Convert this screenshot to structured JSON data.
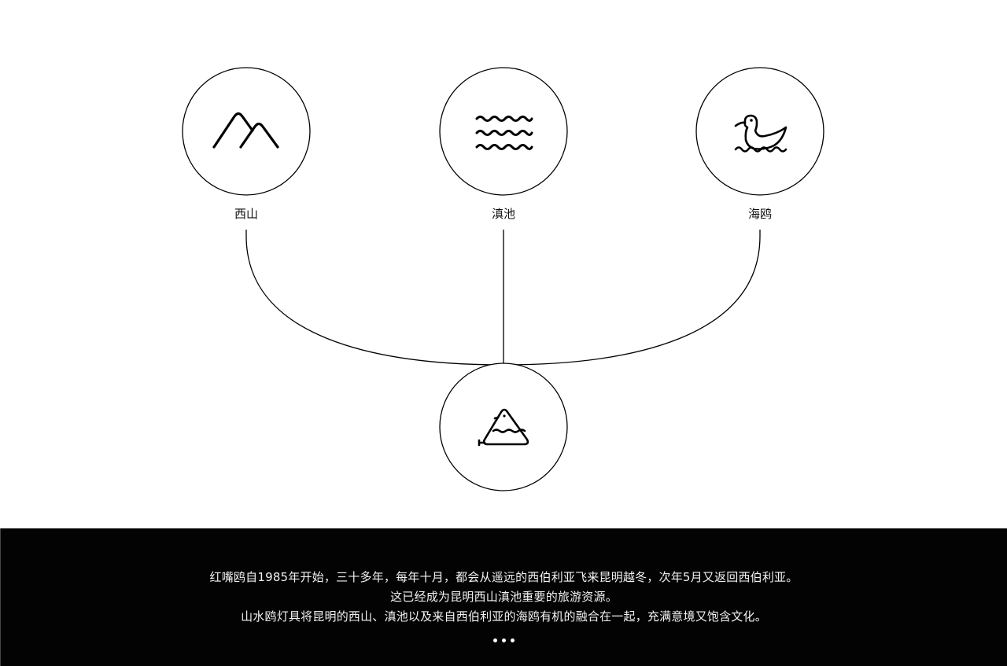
{
  "diagram": {
    "nodes": [
      {
        "id": "xishan",
        "label": "西山",
        "icon": "mountain-icon"
      },
      {
        "id": "dianchi",
        "label": "滇池",
        "icon": "waves-icon"
      },
      {
        "id": "haiou",
        "label": "海鸥",
        "icon": "seagull-icon"
      },
      {
        "id": "lamp",
        "label": "",
        "icon": "mountain-water-gull-lamp-icon"
      }
    ],
    "edges": [
      {
        "from": "xishan",
        "to": "lamp"
      },
      {
        "from": "dianchi",
        "to": "lamp"
      },
      {
        "from": "haiou",
        "to": "lamp"
      }
    ],
    "colors": {
      "stroke": "#000000",
      "background": "#ffffff",
      "footer_bg": "#030303",
      "footer_text": "#f2f2f2"
    }
  },
  "footer": {
    "lines": [
      "红嘴鸥自1985年开始，三十多年，每年十月，都会从遥远的西伯利亚飞来昆明越冬，次年5月又返回西伯利亚。",
      "这已经成为昆明西山滇池重要的旅游资源。",
      "山水鸥灯具将昆明的西山、滇池以及来自西伯利亚的海鸥有机的融合在一起，充满意境又饱含文化。"
    ],
    "more_icon": "ellipsis-icon"
  }
}
